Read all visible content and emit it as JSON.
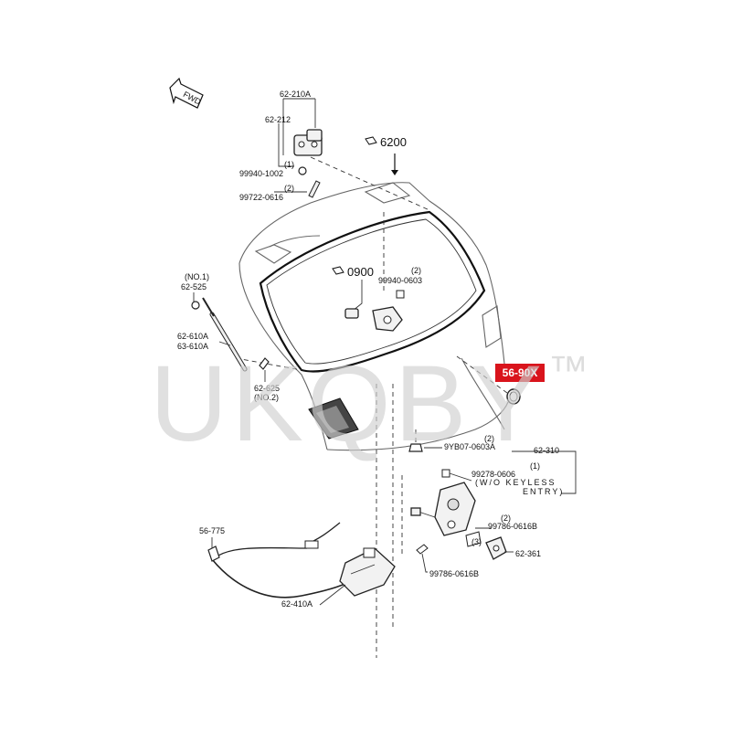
{
  "labels": {
    "fwd": "FWD",
    "p62210A": "62-210A",
    "p62212": "62-212",
    "q1a": "(1)",
    "p99940_1002": "99940-1002",
    "q2a": "(2)",
    "p99722_0616": "99722-0616",
    "p6200": "6200",
    "p0900": "0900",
    "q2b": "(2)",
    "p99940_0603": "99940-0603",
    "no1": "(NO.1)",
    "p62525": "62-525",
    "p62610A": "62-610A",
    "p63610A": "63-610A",
    "p62625": "62-625",
    "no2": "(NO.2)",
    "q2c": "(2)",
    "p9YB07": "9YB07-0603A",
    "p62310": "62-310",
    "q1b": "(1)",
    "p99278": "99278-0606",
    "wo_keyless_1": "(W/O KEYLESS",
    "wo_keyless_2": "ENTRY)",
    "q2d": "(2)",
    "p99786_a": "99786-0616B",
    "q3": "(3)",
    "p99786_b": "99786-0616B",
    "p62361": "62-361",
    "p56775": "56-775",
    "p62410A": "62-410A"
  },
  "highlight": {
    "label": "56-90X",
    "color": "#d9141c"
  },
  "watermark": {
    "text": "UKQBY",
    "tm": "™"
  },
  "icons": [
    "fwd-arrow-icon",
    "book-icon"
  ]
}
